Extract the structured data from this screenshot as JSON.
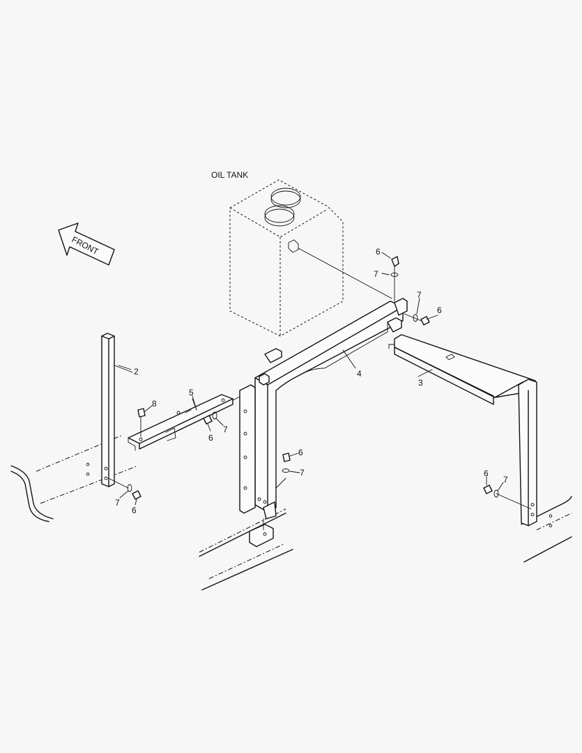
{
  "labels": {
    "oil_tank": "OIL TANK",
    "front": "FRONT"
  },
  "callouts": {
    "c2": "2",
    "c3": "3",
    "c4": "4",
    "c5": "5",
    "c6a": "6",
    "c7a": "7",
    "c7b": "7",
    "c6b": "6",
    "c8": "8",
    "c6c": "6",
    "c7c": "7",
    "c6d": "6",
    "c7d": "7",
    "c7e": "7",
    "c6e": "6",
    "c6f": "6",
    "c7f": "7"
  },
  "colors": {
    "line": "#111111",
    "background": "#f7f7f7"
  }
}
